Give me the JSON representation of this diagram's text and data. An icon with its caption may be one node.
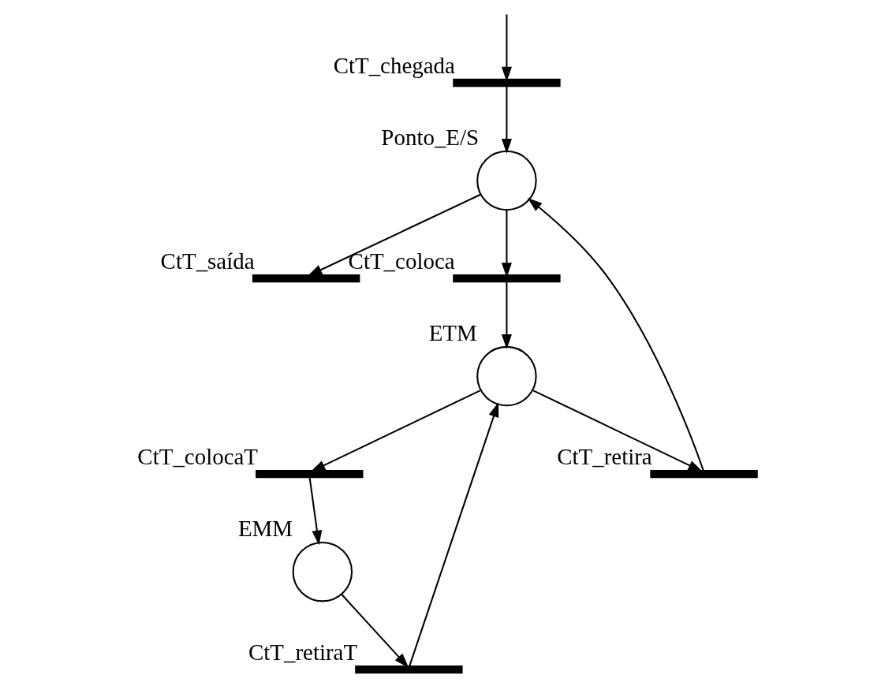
{
  "diagram": {
    "nodes": [
      {
        "text": [],
        "shape": "bar",
        "beside": [
          "CtT_chegada"
        ]
      },
      {
        "text": [],
        "shape": "circle",
        "beside": [
          "Ponto_E/S"
        ]
      },
      {
        "text": [],
        "shape": "bar",
        "beside": [
          "CtT_saída"
        ]
      },
      {
        "text": [],
        "shape": "bar",
        "beside": [
          "CtT_coloca"
        ]
      },
      {
        "text": [],
        "shape": "circle",
        "beside": [
          "ETM"
        ]
      },
      {
        "text": [],
        "shape": "bar",
        "beside": [
          "CtT_colocaT"
        ]
      },
      {
        "text": [],
        "shape": "bar",
        "beside": [
          "CtT_retira"
        ]
      },
      {
        "text": [],
        "shape": "circle",
        "beside": [
          "EMM"
        ]
      },
      {
        "text": [],
        "shape": "bar",
        "beside": [
          "CtT_retiraT"
        ]
      }
    ],
    "edges": [
      {
        "from": null,
        "to": 0,
        "arrow": "to"
      },
      {
        "from": 0,
        "to": 1,
        "arrow": "to"
      },
      {
        "from": 1,
        "to": 2,
        "arrow": "to"
      },
      {
        "from": 1,
        "to": 3,
        "arrow": "to"
      },
      {
        "from": 3,
        "to": 4,
        "arrow": "to"
      },
      {
        "from": 4,
        "to": 5,
        "arrow": "to"
      },
      {
        "from": 4,
        "to": 6,
        "arrow": "to"
      },
      {
        "from": 6,
        "to": 1,
        "arrow": "to"
      },
      {
        "from": 5,
        "to": 7,
        "arrow": "to"
      },
      {
        "from": 7,
        "to": 8,
        "arrow": "to"
      },
      {
        "from": 8,
        "to": 4,
        "arrow": "to"
      }
    ]
  }
}
